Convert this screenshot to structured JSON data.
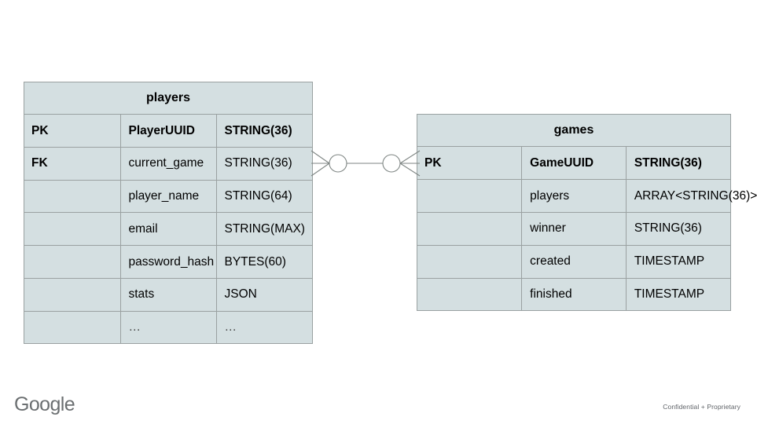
{
  "slide": {
    "background_color": "#ffffff",
    "entity_fill_color": "#d4dfe1",
    "entity_border_color": "#9aa1a1",
    "text_color": "#000000"
  },
  "diagram": {
    "type": "entity-relationship",
    "notation": "crow's-foot",
    "entities": [
      {
        "name": "players",
        "title": "players",
        "columns": [
          {
            "key": "PK",
            "field": "PlayerUUID",
            "type": "STRING(36)",
            "bold": true
          },
          {
            "key": "FK",
            "field": "current_game",
            "type": "STRING(36)",
            "bold": false
          },
          {
            "key": "",
            "field": "player_name",
            "type": "STRING(64)",
            "bold": false
          },
          {
            "key": "",
            "field": "email",
            "type": "STRING(MAX)",
            "bold": false
          },
          {
            "key": "",
            "field": "password_hash",
            "type": "BYTES(60)",
            "bold": false
          },
          {
            "key": "",
            "field": "stats",
            "type": "JSON",
            "bold": false
          },
          {
            "key": "",
            "field": "…",
            "type": "…",
            "bold": false
          }
        ]
      },
      {
        "name": "games",
        "title": "games",
        "columns": [
          {
            "key": "PK",
            "field": "GameUUID",
            "type": "STRING(36)",
            "bold": true
          },
          {
            "key": "",
            "field": "players",
            "type": "ARRAY<STRING(36)>",
            "bold": false
          },
          {
            "key": "",
            "field": "winner",
            "type": "STRING(36)",
            "bold": false
          },
          {
            "key": "",
            "field": "created",
            "type": "TIMESTAMP",
            "bold": false
          },
          {
            "key": "",
            "field": "finished",
            "type": "TIMESTAMP",
            "bold": false
          }
        ]
      }
    ],
    "relationship": {
      "from": "players",
      "to": "games",
      "left_end": "zero-or-many",
      "right_end": "zero-or-many",
      "line_color": "#7f8684"
    }
  },
  "footer": {
    "logo_text": "Google",
    "confidential_text": "Confidential + Proprietary"
  }
}
